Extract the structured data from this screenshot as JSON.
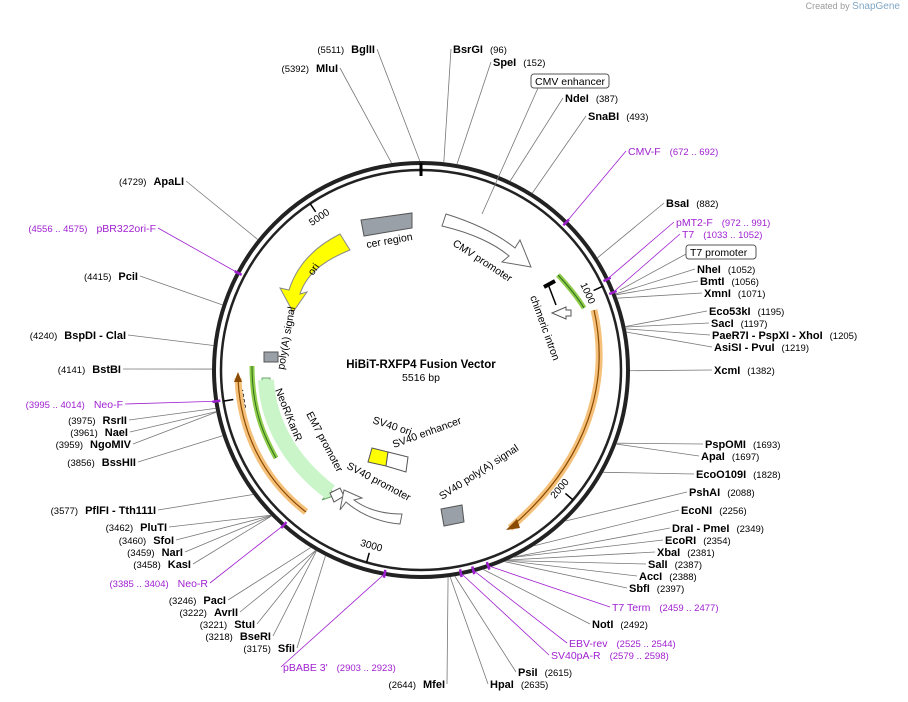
{
  "brand": {
    "prefix": "Created by",
    "name": "SnapGene"
  },
  "plasmid": {
    "name": "HiBiT-RXFP4 Fusion Vector",
    "size_label": "5516 bp",
    "length": 5516
  },
  "colors": {
    "primer": "#a020d0",
    "yellow": "#ffff00",
    "orange": "#f5a623",
    "green": "#8fcc4a",
    "gray": "#9aa0a8"
  },
  "ticks": [
    {
      "label": "1000",
      "bp": 1000
    },
    {
      "label": "2000",
      "bp": 2000
    },
    {
      "label": "3000",
      "bp": 3000
    },
    {
      "label": "4000",
      "bp": 4000
    },
    {
      "label": "5000",
      "bp": 5000
    }
  ],
  "enzymes": [
    {
      "name": "BglII",
      "pos": "(5511)",
      "bp": 5511
    },
    {
      "name": "BsrGI",
      "pos": "(96)",
      "bp": 96
    },
    {
      "name": "SpeI",
      "pos": "(152)",
      "bp": 152
    },
    {
      "name": "MluI",
      "pos": "(5392)",
      "bp": 5392
    },
    {
      "name": "NdeI",
      "pos": "(387)",
      "bp": 387
    },
    {
      "name": "SnaBI",
      "pos": "(493)",
      "bp": 493
    },
    {
      "name": "ApaLI",
      "pos": "(4729)",
      "bp": 4729
    },
    {
      "name": "BsaI",
      "pos": "(882)",
      "bp": 882
    },
    {
      "name": "PciI",
      "pos": "(4415)",
      "bp": 4415
    },
    {
      "name": "NheI",
      "pos": "(1052)",
      "bp": 1052
    },
    {
      "name": "BmtI",
      "pos": "(1056)",
      "bp": 1056
    },
    {
      "name": "XmnI",
      "pos": "(1071)",
      "bp": 1071
    },
    {
      "name": "Eco53kI",
      "pos": "(1195)",
      "bp": 1195
    },
    {
      "name": "SacI",
      "pos": "(1197)",
      "bp": 1197
    },
    {
      "name": "PaeR7I - PspXI - XhoI",
      "pos": "(1205)",
      "bp": 1205
    },
    {
      "name": "AsiSI - PvuI",
      "pos": "(1219)",
      "bp": 1219
    },
    {
      "name": "BspDI - ClaI",
      "pos": "(4240)",
      "bp": 4240
    },
    {
      "name": "BstBI",
      "pos": "(4141)",
      "bp": 4141
    },
    {
      "name": "XcmI",
      "pos": "(1382)",
      "bp": 1382
    },
    {
      "name": "RsrII",
      "pos": "(3975)",
      "bp": 3975
    },
    {
      "name": "NaeI",
      "pos": "(3961)",
      "bp": 3961
    },
    {
      "name": "NgoMIV",
      "pos": "(3959)",
      "bp": 3959
    },
    {
      "name": "BssHII",
      "pos": "(3856)",
      "bp": 3856
    },
    {
      "name": "PspOMI",
      "pos": "(1693)",
      "bp": 1693
    },
    {
      "name": "ApaI",
      "pos": "(1697)",
      "bp": 1697
    },
    {
      "name": "EcoO109I",
      "pos": "(1828)",
      "bp": 1828
    },
    {
      "name": "PshAI",
      "pos": "(2088)",
      "bp": 2088
    },
    {
      "name": "PflFI - Tth111I",
      "pos": "(3577)",
      "bp": 3577
    },
    {
      "name": "EcoNI",
      "pos": "(2256)",
      "bp": 2256
    },
    {
      "name": "PluTI",
      "pos": "(3462)",
      "bp": 3462
    },
    {
      "name": "SfoI",
      "pos": "(3460)",
      "bp": 3460
    },
    {
      "name": "NarI",
      "pos": "(3459)",
      "bp": 3459
    },
    {
      "name": "KasI",
      "pos": "(3458)",
      "bp": 3458
    },
    {
      "name": "DraI - PmeI",
      "pos": "(2349)",
      "bp": 2349
    },
    {
      "name": "EcoRI",
      "pos": "(2354)",
      "bp": 2354
    },
    {
      "name": "XbaI",
      "pos": "(2381)",
      "bp": 2381
    },
    {
      "name": "SalI",
      "pos": "(2387)",
      "bp": 2387
    },
    {
      "name": "AccI",
      "pos": "(2388)",
      "bp": 2388
    },
    {
      "name": "SbfI",
      "pos": "(2397)",
      "bp": 2397
    },
    {
      "name": "PacI",
      "pos": "(3246)",
      "bp": 3246
    },
    {
      "name": "AvrII",
      "pos": "(3222)",
      "bp": 3222
    },
    {
      "name": "StuI",
      "pos": "(3221)",
      "bp": 3221
    },
    {
      "name": "BseRI",
      "pos": "(3218)",
      "bp": 3218
    },
    {
      "name": "SfiI",
      "pos": "(3175)",
      "bp": 3175
    },
    {
      "name": "NotI",
      "pos": "(2492)",
      "bp": 2492
    },
    {
      "name": "PsiI",
      "pos": "(2615)",
      "bp": 2615
    },
    {
      "name": "MfeI",
      "pos": "(2644)",
      "bp": 2644
    },
    {
      "name": "HpaI",
      "pos": "(2635)",
      "bp": 2635
    }
  ],
  "primers": [
    {
      "name": "CMV-F",
      "range": "(672 .. 692)",
      "bp": 682
    },
    {
      "name": "pMT2-F",
      "range": "(972 .. 991)",
      "bp": 981
    },
    {
      "name": "T7",
      "range": "(1033 .. 1052)",
      "bp": 1042
    },
    {
      "name": "pBR322ori-F",
      "range": "(4556 .. 4575)",
      "bp": 4565
    },
    {
      "name": "Neo-F",
      "range": "(3995 .. 4014)",
      "bp": 4004
    },
    {
      "name": "Neo-R",
      "range": "(3385 .. 3404)",
      "bp": 3394
    },
    {
      "name": "T7 Term",
      "range": "(2459 .. 2477)",
      "bp": 2468
    },
    {
      "name": "EBV-rev",
      "range": "(2525 .. 2544)",
      "bp": 2534
    },
    {
      "name": "SV40pA-R",
      "range": "(2579 .. 2598)",
      "bp": 2588
    },
    {
      "name": "pBABE 3'",
      "range": "(2903 .. 2923)",
      "bp": 2913
    }
  ],
  "boxed_features": [
    {
      "name": "CMV enhancer"
    },
    {
      "name": "T7 promoter"
    }
  ],
  "features": [
    {
      "name": "cer region"
    },
    {
      "name": "ori"
    },
    {
      "name": "CMV promoter"
    },
    {
      "name": "chimeric intron"
    },
    {
      "name": "poly(A) signal"
    },
    {
      "name": "NeoR/KanR"
    },
    {
      "name": "EM7 promoter"
    },
    {
      "name": "SV40 ori"
    },
    {
      "name": "SV40 enhancer"
    },
    {
      "name": "SV40 promoter"
    },
    {
      "name": "SV40 poly(A) signal"
    }
  ]
}
